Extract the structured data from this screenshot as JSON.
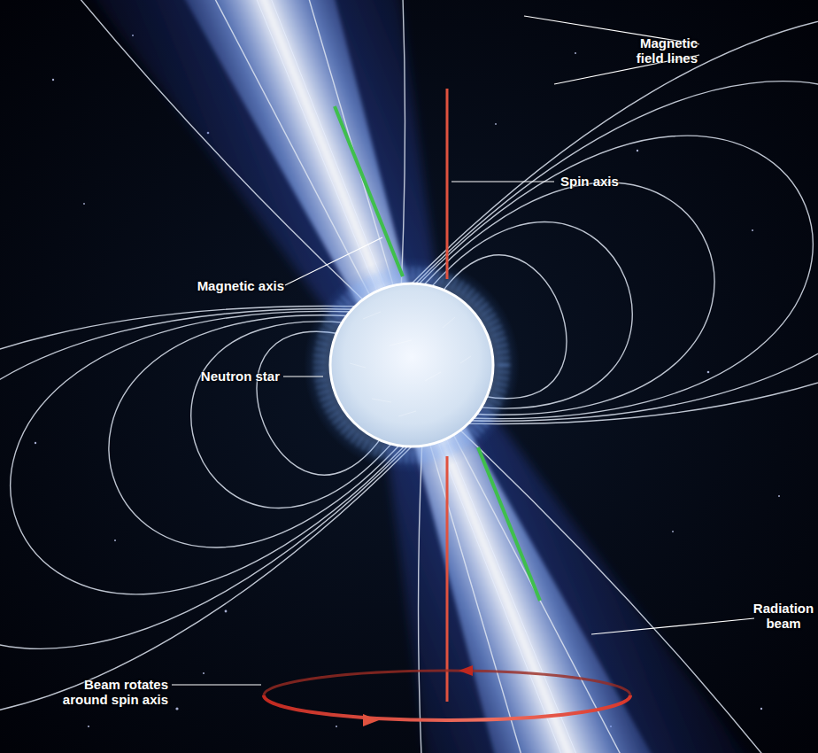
{
  "diagram": {
    "labels": [
      "Magnetic field lines",
      "Spin axis",
      "Magnetic axis",
      "Neutron star",
      "Radiation beam",
      "Beam rotates around spin axis"
    ]
  }
}
